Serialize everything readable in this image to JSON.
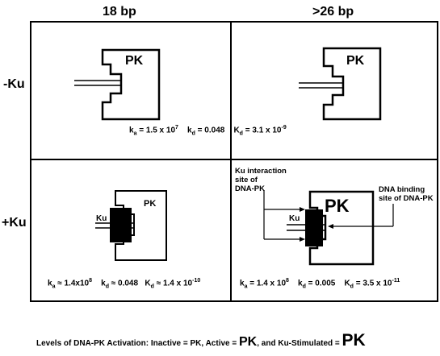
{
  "columns": {
    "left": "18 bp",
    "right": ">26 bp"
  },
  "rows": {
    "top": "-Ku",
    "bottom": "+Ku"
  },
  "labels": {
    "pk": "PK",
    "ku": "Ku"
  },
  "constants": {
    "top": {
      "ka_val": "= 1.5 x 10",
      "ka_exp": "7",
      "kd_val": "= 0.048",
      "Kd_val": "= 3.1 x 10",
      "Kd_exp": "-9"
    },
    "bottom_left": {
      "ka_val": "≈ 1.4x10",
      "ka_exp": "8",
      "kd_val": "≈ 0.048",
      "Kd_val": "≈ 1.4 x 10",
      "Kd_exp": "-10"
    },
    "bottom_right": {
      "ka_val": "= 1.4 x 10",
      "ka_exp": "8",
      "kd_val": "= 0.005",
      "Kd_val": "= 3.5 x 10",
      "Kd_exp": "-11"
    }
  },
  "annotations": {
    "ku_interaction": [
      "Ku interaction",
      "site of",
      "DNA-PK"
    ],
    "dna_binding": [
      "DNA binding",
      "site of DNA-PK"
    ]
  },
  "legend": {
    "prefix": "Levels of DNA-PK Activation:  Inactive = PK,  Active = ",
    "active": "PK",
    "middle": ", and Ku-Stimulated = ",
    "stimulated": "PK"
  }
}
